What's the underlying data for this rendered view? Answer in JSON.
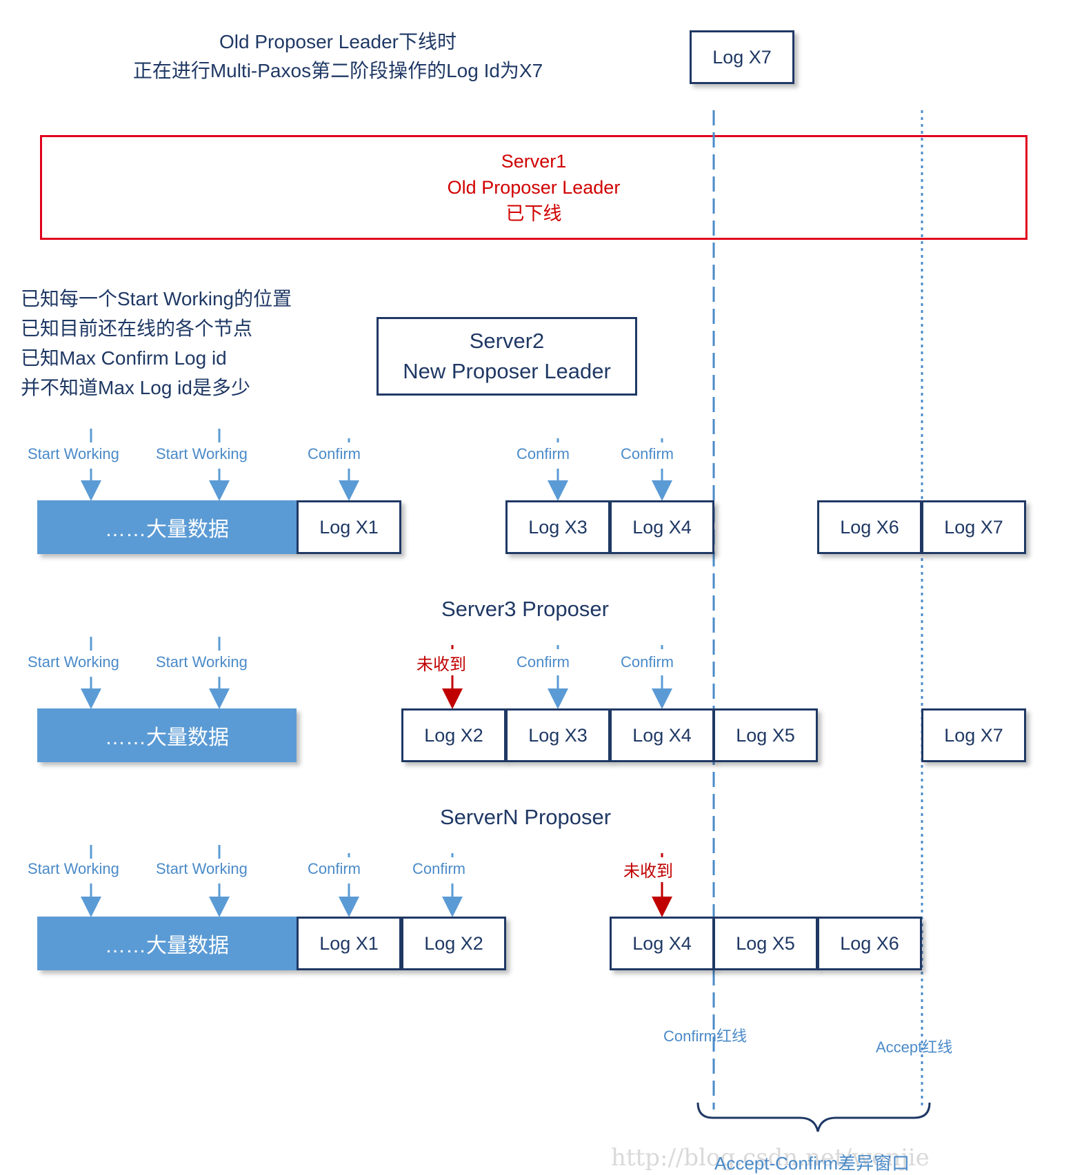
{
  "header": {
    "line1": "Old Proposer Leader下线时",
    "line2": "正在进行Multi-Paxos第二阶段操作的Log Id为X7",
    "current_log": "Log X7"
  },
  "server1": {
    "name": "Server1",
    "role": "Old Proposer Leader",
    "status": "已下线"
  },
  "server2": {
    "name": "Server2",
    "role": "New Proposer Leader"
  },
  "known_facts": [
    "已知每一个Start Working的位置",
    "已知目前还在线的各个节点",
    "已知Max Confirm Log id",
    "并不知道Max Log id是多少"
  ],
  "labels": {
    "start_working": "Start Working",
    "confirm": "Confirm",
    "not_received": "未收到",
    "big_data": "……大量数据"
  },
  "rows": [
    {
      "title": "",
      "logs": [
        "Log X1",
        "Log X3",
        "Log X4",
        "Log X6",
        "Log X7"
      ]
    },
    {
      "title": "Server3 Proposer",
      "logs": [
        "Log X2",
        "Log X3",
        "Log X4",
        "Log X5",
        "Log X7"
      ]
    },
    {
      "title": "ServerN Proposer",
      "logs": [
        "Log X1",
        "Log X2",
        "Log X4",
        "Log X5",
        "Log X6"
      ]
    }
  ],
  "red_lines": {
    "confirm": "Confirm红线",
    "accept": "Accept红线"
  },
  "window_label": "Accept-Confirm差异窗口",
  "watermark": "http://blog.csdn.net/wenjie",
  "colors": {
    "navy": "#1f3864",
    "blue": "#5b9bd5",
    "label_blue": "#4a8ac8",
    "red": "#e0001b",
    "dark_red": "#c00000"
  }
}
